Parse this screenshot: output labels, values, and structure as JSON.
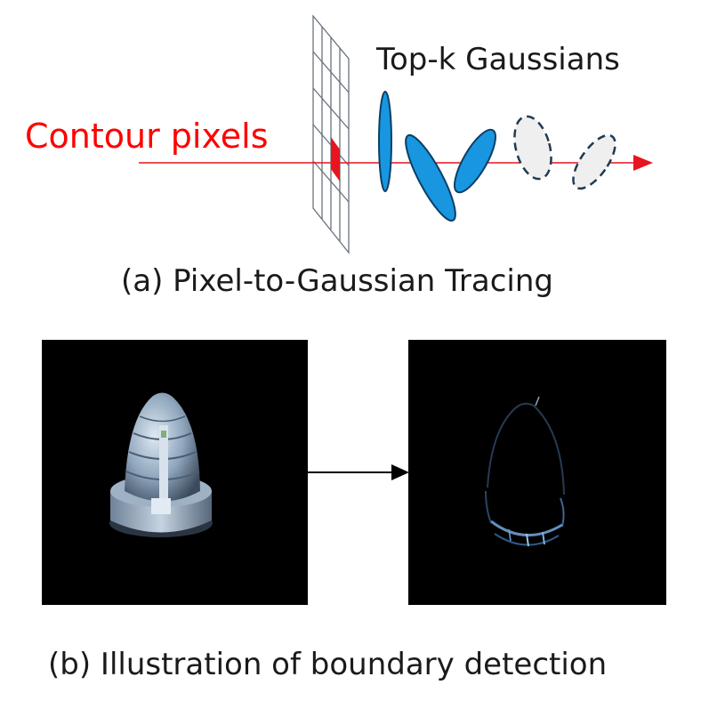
{
  "labels": {
    "top_k": "Top-k Gaussians",
    "contour": "Contour pixels",
    "caption_a": "(a) Pixel-to-Gaussian Tracing",
    "caption_b": "(b) Illustration of boundary detection"
  },
  "colors": {
    "ray": "#e8141e",
    "contour_text": "#ff0000",
    "gaussian_fill": "#1996e0",
    "gaussian_stroke": "#0b3f66",
    "ghost_fill": "#efefef",
    "ghost_stroke": "#1d3b55",
    "grid": "#6a7280",
    "panel_bg": "#000000",
    "arrow": "#000000"
  },
  "icons": {
    "pixel_grid": "image-plane-grid",
    "input_render": "stupa-render-image",
    "boundary_map": "boundary-detection-map"
  }
}
